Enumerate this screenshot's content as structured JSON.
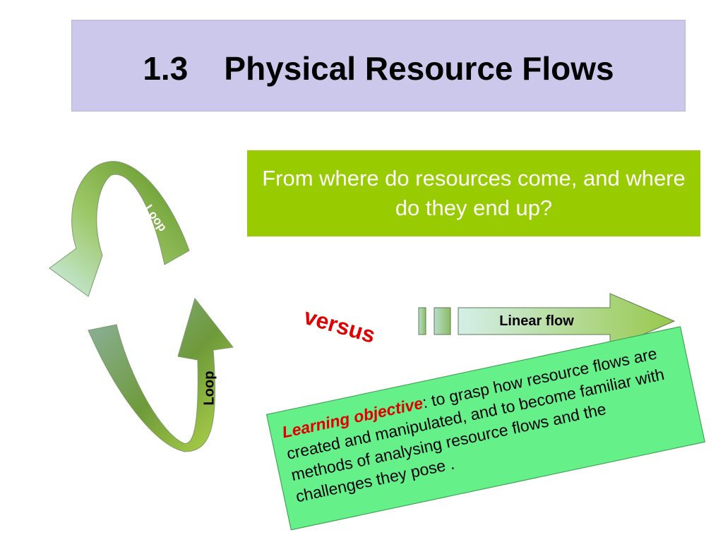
{
  "slide": {
    "title": "1.3    Physical Resource Flows",
    "question": "From where do resources come, and where do they end up?",
    "versus": "versus",
    "linear_flow_label": "Linear flow",
    "loop_label_top": "Loop",
    "loop_label_bottom": "Loop",
    "learning_objective_label": "Learning objective",
    "learning_objective_text": ": to grasp how resource flows are created and manipulated, and to become familiar with methods of analysing resource flows and the challenges they pose ."
  },
  "colors": {
    "title_bg": "#ccc8ec",
    "question_bg": "#99cc00",
    "objective_bg": "#66f08a",
    "versus_red": "#e00000",
    "arrow_green": "#6a9a2a",
    "arrow_light": "#b8e2dc"
  }
}
